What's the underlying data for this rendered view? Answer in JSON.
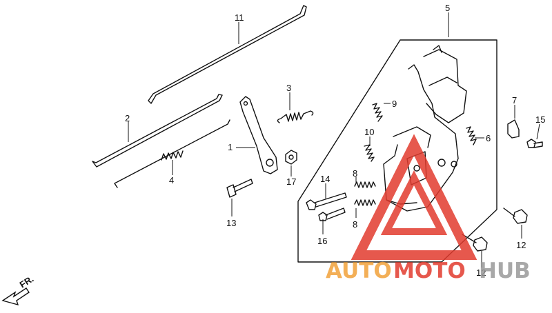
{
  "diagram": {
    "parts": [
      {
        "key": "p1",
        "number": "1"
      },
      {
        "key": "p2",
        "number": "2"
      },
      {
        "key": "p3",
        "number": "3"
      },
      {
        "key": "p4",
        "number": "4"
      },
      {
        "key": "p5",
        "number": "5"
      },
      {
        "key": "p6",
        "number": "6"
      },
      {
        "key": "p7",
        "number": "7"
      },
      {
        "key": "p8a",
        "number": "8"
      },
      {
        "key": "p8b",
        "number": "8"
      },
      {
        "key": "p9",
        "number": "9"
      },
      {
        "key": "p10",
        "number": "10"
      },
      {
        "key": "p11",
        "number": "11"
      },
      {
        "key": "p12a",
        "number": "12"
      },
      {
        "key": "p12b",
        "number": "12"
      },
      {
        "key": "p13",
        "number": "13"
      },
      {
        "key": "p14",
        "number": "14"
      },
      {
        "key": "p15",
        "number": "15"
      },
      {
        "key": "p16",
        "number": "16"
      },
      {
        "key": "p17",
        "number": "17"
      }
    ],
    "direction_label": "FR."
  },
  "watermark": {
    "part1": "AUTO",
    "part2": "MOTO",
    "part3": "HUB",
    "colors": {
      "orange": "#f2a23a",
      "red": "#e23b2e",
      "grey": "#9a9a9a"
    }
  }
}
